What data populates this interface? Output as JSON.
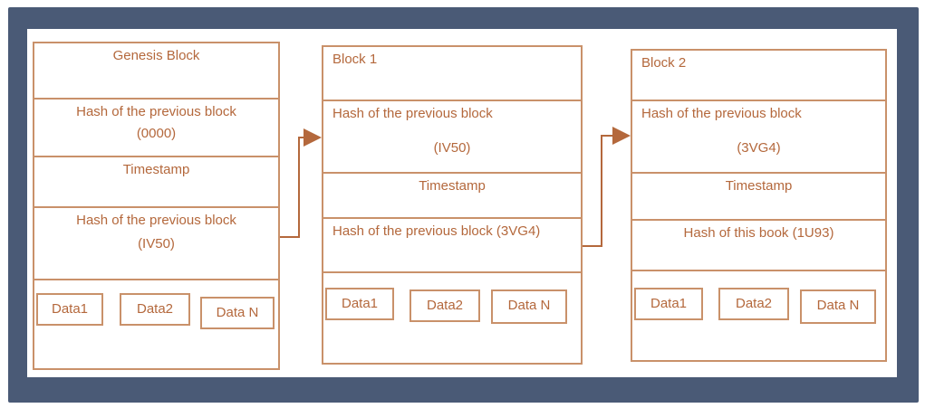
{
  "blocks": [
    {
      "title": "Genesis Block",
      "prev_hash_label": "Hash of the previous block",
      "prev_hash_value": "(0000)",
      "timestamp_label": "Timestamp",
      "hash_label": "Hash of the previous block",
      "hash_value": "(IV50)",
      "data_items": [
        "Data1",
        "Data2",
        "Data N"
      ]
    },
    {
      "title": "Block 1",
      "prev_hash_label": "Hash of the previous block",
      "prev_hash_value": "(IV50)",
      "timestamp_label": "Timestamp",
      "hash_label": "Hash of the previous block (3VG4)",
      "data_items": [
        "Data1",
        "Data2",
        "Data N"
      ]
    },
    {
      "title": "Block 2",
      "prev_hash_label": "Hash of the previous block",
      "prev_hash_value": "(3VG4)",
      "timestamp_label": "Timestamp",
      "hash_label": "Hash of this book (1U93)",
      "data_items": [
        "Data1",
        "Data2",
        "Data N"
      ]
    }
  ],
  "colors": {
    "frame": "#4a5a76",
    "border": "#c9916a",
    "text": "#b4683c",
    "arrow": "#b4683c"
  }
}
